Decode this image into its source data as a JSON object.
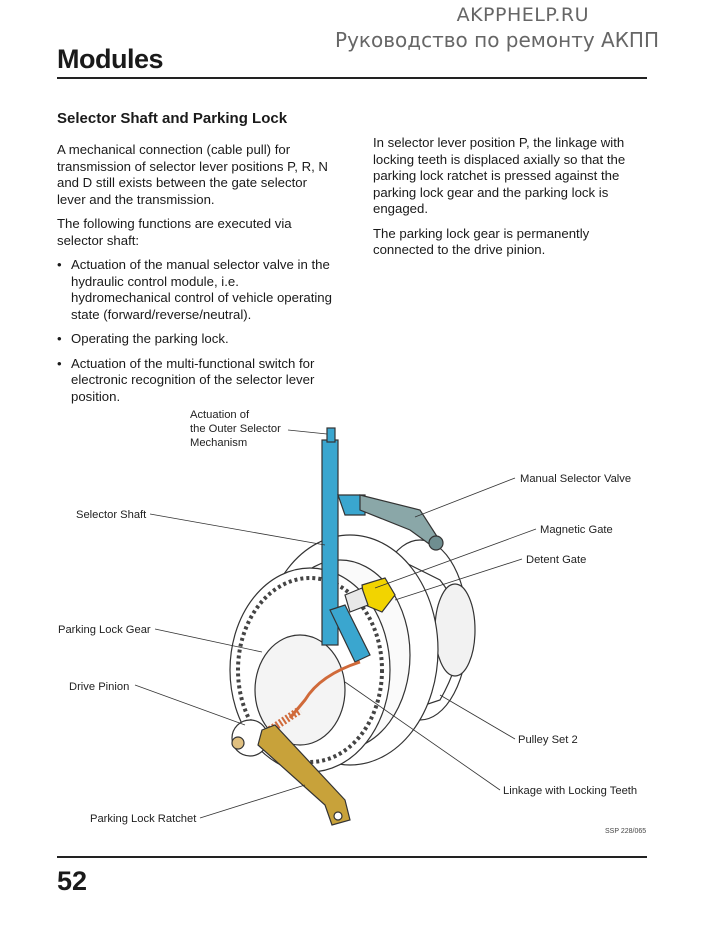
{
  "watermark": {
    "site": "AKPPHELP.RU",
    "subtitle": "Руководство по ремонту АКПП"
  },
  "header": {
    "title": "Modules"
  },
  "section": {
    "title": "Selector Shaft and Parking Lock",
    "left_column": {
      "paragraph1": "A mechanical connection (cable pull) for transmission of selector lever positions P, R, N and D still exists between the gate selector lever and the transmission.",
      "paragraph2": "The following functions are executed via selector shaft:",
      "bullets": [
        "Actuation of the manual selector valve in the hydraulic control module, i.e. hydromechanical control of vehicle operating state (forward/reverse/neutral).",
        "Operating the parking lock.",
        "Actuation of the multi-functional switch for electronic recognition of the selector lever position."
      ]
    },
    "right_column": {
      "paragraph1": "In selector lever position P, the linkage with locking teeth is displaced axially so that the parking lock ratchet is pressed against the parking lock gear and the parking lock is engaged.",
      "paragraph2": "The parking lock gear is permanently connected to the drive pinion."
    }
  },
  "diagram": {
    "labels": {
      "actuation_line1": "Actuation of",
      "actuation_line2": "the Outer Selector",
      "actuation_line3": "Mechanism",
      "selector_shaft": "Selector Shaft",
      "parking_lock_gear": "Parking Lock Gear",
      "drive_pinion": "Drive Pinion",
      "parking_lock_ratchet": "Parking Lock Ratchet",
      "manual_selector_valve": "Manual Selector Valve",
      "magnetic_gate": "Magnetic Gate",
      "detent_gate": "Detent Gate",
      "pulley_set_2": "Pulley Set 2",
      "linkage_locking_teeth": "Linkage with Locking Teeth"
    },
    "reference": "SSP 228/065",
    "colors": {
      "selector_shaft": "#3aa6cf",
      "manual_valve": "#8aa7a8",
      "detent_gate": "#f2d400",
      "ratchet": "#c8a23a",
      "linkage": "#d06a3a",
      "housing": "#ffffff",
      "outline": "#333333"
    }
  },
  "footer": {
    "page_number": "52"
  }
}
